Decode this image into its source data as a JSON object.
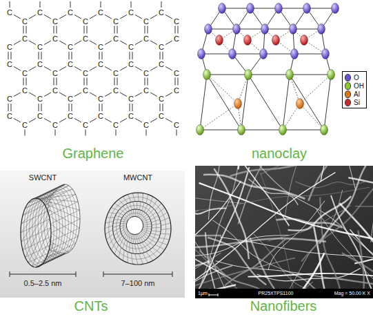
{
  "diagram": {
    "nodes": [
      {
        "text": [
          "SWCNT",
          "MWCNT",
          "0.5–2.5 nm",
          "7–100 nm"
        ]
      }
    ],
    "labels": [
      "C",
      "C",
      "C",
      "C",
      "C",
      "C",
      "C",
      "C",
      "C",
      "C",
      "C",
      "C",
      "C",
      "C",
      "C",
      "C",
      "C",
      "C",
      "C",
      "C",
      "C",
      "C",
      "C",
      "C",
      "C",
      "C",
      "C",
      "C",
      "C",
      "C",
      "C",
      "C",
      "C",
      "C",
      "C",
      "C",
      "C",
      "C",
      "C",
      "C",
      "C",
      "C",
      "C",
      "C",
      "C",
      "C",
      "C",
      "C",
      "C",
      "C",
      "C",
      "C",
      "C",
      "C",
      "C",
      "C",
      "C",
      "C",
      "C",
      "C",
      "Graphene",
      "nanoclay",
      "CNTs",
      "1μm",
      "PR25XTPS1100",
      "Mag = 50.00 K X",
      "Nanofibers"
    ],
    "legend": [
      {
        "text": "O",
        "color": "#6a4fd0"
      },
      {
        "text": "OH",
        "color": "#8ccc2a"
      },
      {
        "text": "Al",
        "color": "#e07810"
      },
      {
        "text": "Si",
        "color": "#d02828"
      }
    ]
  }
}
